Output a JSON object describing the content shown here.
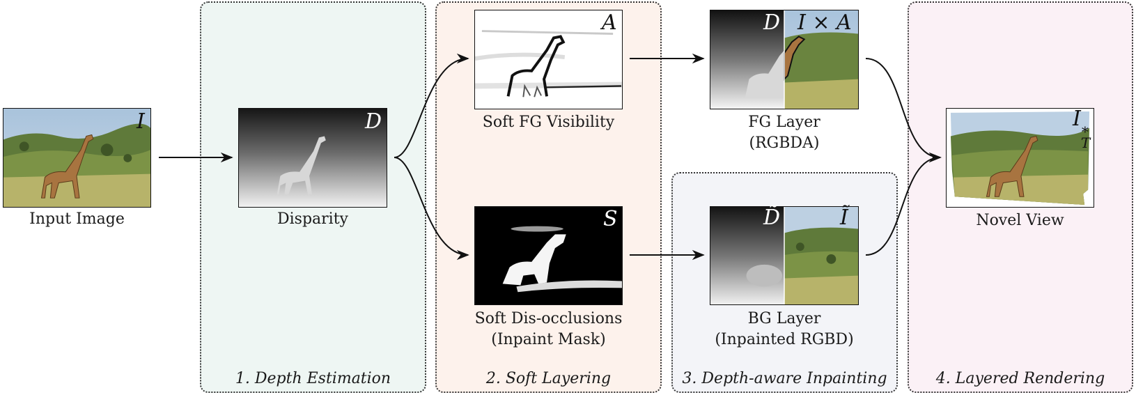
{
  "panels": {
    "depth": "1. Depth Estimation",
    "layering": "2. Soft Layering",
    "inpainting": "3. Depth-aware Inpainting",
    "rendering": "4. Layered Rendering"
  },
  "captions": {
    "input": "Input Image",
    "disparity": "Disparity",
    "soft_fg": "Soft FG Visibility",
    "soft_disocc_1": "Soft Dis-occlusions",
    "soft_disocc_2": "(Inpaint Mask)",
    "fg_layer_1": "FG Layer",
    "fg_layer_2": "(RGBDA)",
    "bg_layer_1": "BG Layer",
    "bg_layer_2": "(Inpainted RGBD)",
    "novel_view": "Novel View"
  },
  "symbols": {
    "input": "I",
    "disparity": "D",
    "alpha": "A",
    "mask": "S",
    "fg_depth": "D",
    "fg_rgb": "I × A",
    "bg_depth": "D̃",
    "bg_rgb": "Ĩ",
    "novel_main": "I",
    "novel_sup": "*",
    "novel_sub": "T"
  },
  "colors": {
    "panel_depth": "#eef6f3",
    "panel_layering": "#fdf2ec",
    "panel_inpainting": "#f3f4f8",
    "panel_rendering": "#fbf1f6"
  }
}
